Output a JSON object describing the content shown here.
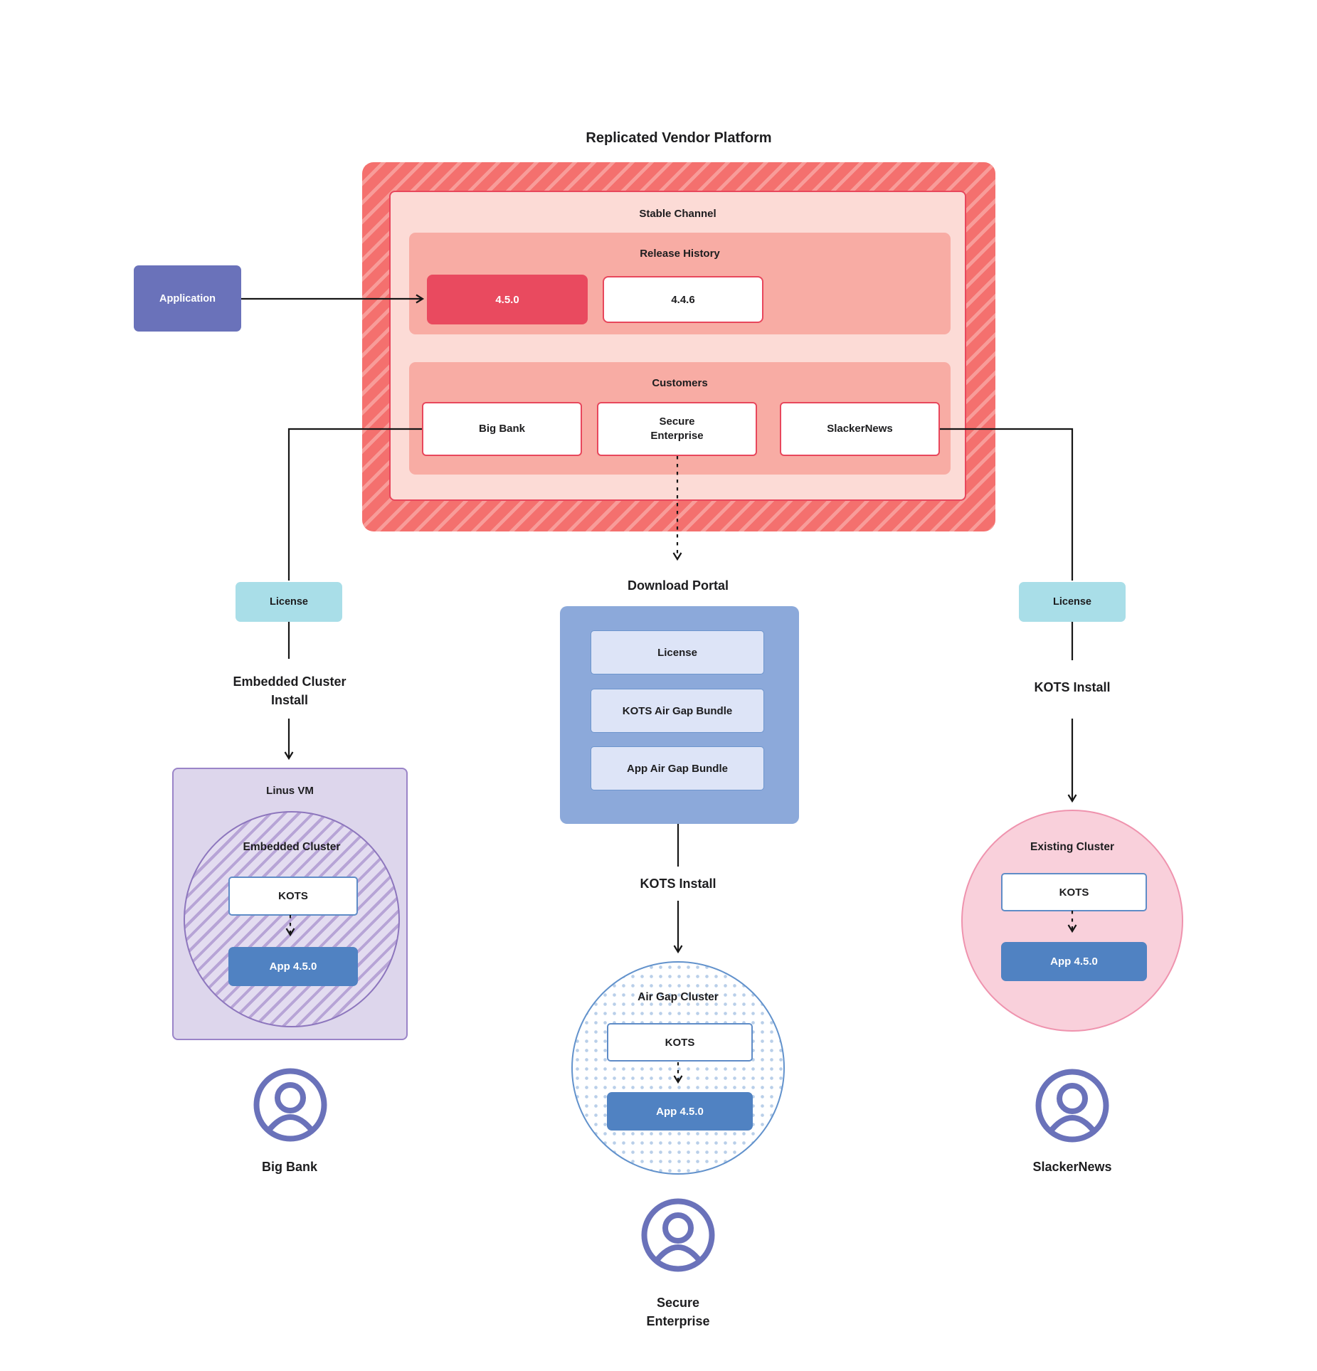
{
  "title": "Replicated Vendor Platform",
  "application": {
    "label": "Application"
  },
  "vendor_platform": {
    "stable_channel_label": "Stable Channel",
    "release_history_label": "Release History",
    "releases": [
      {
        "version": "4.5.0",
        "state": "current"
      },
      {
        "version": "4.4.6",
        "state": "previous"
      }
    ],
    "customers_label": "Customers",
    "customers": [
      "Big Bank",
      "Secure Enterprise",
      "SlackerNews"
    ]
  },
  "left_flow": {
    "license_label": "License",
    "install_label": "Embedded Cluster Install",
    "vm_label": "Linus VM",
    "cluster_label": "Embedded Cluster",
    "kots_label": "KOTS",
    "app_label": "App 4.5.0",
    "user_label": "Big Bank"
  },
  "middle_flow": {
    "portal_label": "Download Portal",
    "portal_items": [
      "License",
      "KOTS Air Gap Bundle",
      "App Air Gap Bundle"
    ],
    "install_label": "KOTS Install",
    "cluster_label": "Air Gap Cluster",
    "kots_label": "KOTS",
    "app_label": "App 4.5.0",
    "user_label": "Secure Enterprise"
  },
  "right_flow": {
    "license_label": "License",
    "install_label": "KOTS Install",
    "cluster_label": "Existing Cluster",
    "kots_label": "KOTS",
    "app_label": "App 4.5.0",
    "user_label": "SlackerNews"
  },
  "colors": {
    "accent_red": "#e8475c",
    "release_current_fill": "#e94a5f",
    "hatch_red_base": "#f4706e",
    "hatch_red_stripe": "#f89c99",
    "channel_fill": "#fcdbd6",
    "section_fill": "#f8aca4",
    "application_purple": "#6a72ba",
    "license_teal": "#a9dee8",
    "portal_blue": "#8ca9da",
    "portal_item_fill": "#dde4f7",
    "kots_border_blue": "#5f8cc7",
    "app_blue": "#5082c2",
    "vm_fill": "#ddd6ec",
    "vm_border": "#9a84c8",
    "cluster_hatch_purple": "#b7a4d6",
    "airgap_border": "#6292cc",
    "airgap_dot": "#b9cfe9",
    "existing_fill": "#f9d0db",
    "existing_border": "#ef93ae",
    "user_icon": "#6a72ba",
    "connector": "#161616"
  }
}
